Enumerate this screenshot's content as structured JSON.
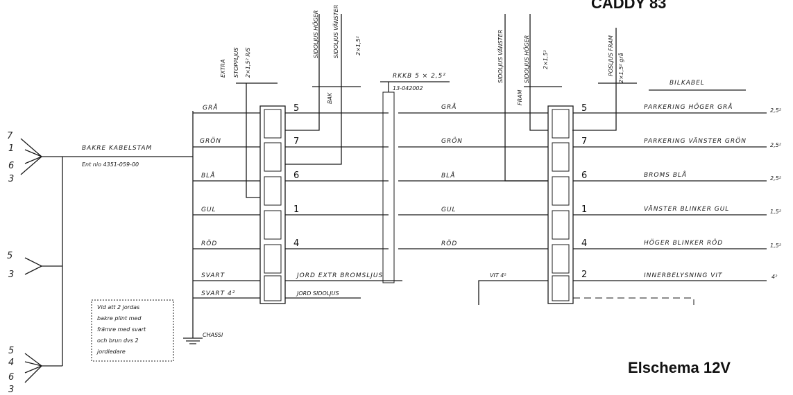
{
  "header": {
    "model": "CADDY 83"
  },
  "title": "Elschema 12V",
  "left_connector_top": {
    "pins": [
      "7",
      "1",
      "6",
      "3"
    ]
  },
  "left_connector_mid": {
    "pins": [
      "5",
      "3"
    ]
  },
  "left_connector_bot": {
    "pins": [
      "5",
      "4",
      "6",
      "3"
    ]
  },
  "harness": {
    "name": "BAKRE KABELSTAM",
    "part": "Ent nio 4351-059-00"
  },
  "left_wires": [
    "GRÅ",
    "GRÖN",
    "BLÅ",
    "GUL",
    "RÖD",
    "SVART",
    "SVART 4²"
  ],
  "left_block_pins": [
    "5",
    "7",
    "6",
    "1",
    "4"
  ],
  "top_labels_left": {
    "extra": "EXTRA",
    "stop": "STOPPLJUS",
    "stop_size": "2×1,5² R/S",
    "side_h": "SIDOLJUS HÖGER",
    "side_v": "SIDOLJUS VÄNSTER",
    "bak": "BAK",
    "side_size": "2×1,5²"
  },
  "cable": {
    "name": "RKKB 5 × 2,5²",
    "part": "13-042002"
  },
  "mid_wires": [
    "GRÅ",
    "GRÖN",
    "BLÅ",
    "GUL",
    "RÖD"
  ],
  "ground_labels": [
    "JORD EXTR BROMSLJUS",
    "JORD SIDOLJUS"
  ],
  "chassi": "CHASSI",
  "note": [
    "Vid att 2 jordas",
    "bakre plint med",
    "främre med svart",
    "och brun dvs 2",
    "jordledare"
  ],
  "top_labels_right": {
    "side_v": "SIDOLJUS VÄNSTER",
    "fram": "FRAM",
    "side_h": "SIDOLJUS HÖGER",
    "side_size": "2×1,5²",
    "pos": "POSLJUS FRAM",
    "pos_size": "2×1,5² grå"
  },
  "vit_label": "VIT 4²",
  "right_block_pins": [
    "5",
    "7",
    "6",
    "1",
    "4",
    "2"
  ],
  "bilkabel": "BILKABEL",
  "right_wires": [
    {
      "label": "PARKERING HÖGER GRÅ",
      "size": "2,5²"
    },
    {
      "label": "PARKERING VÄNSTER GRÖN",
      "size": "2,5²"
    },
    {
      "label": "BROMS BLÅ",
      "size": "2,5²"
    },
    {
      "label": "VÄNSTER BLINKER GUL",
      "size": "1,5²"
    },
    {
      "label": "HÖGER BLINKER RÖD",
      "size": "1,5²"
    },
    {
      "label": "INNERBELYSNING VIT",
      "size": "4²"
    }
  ]
}
